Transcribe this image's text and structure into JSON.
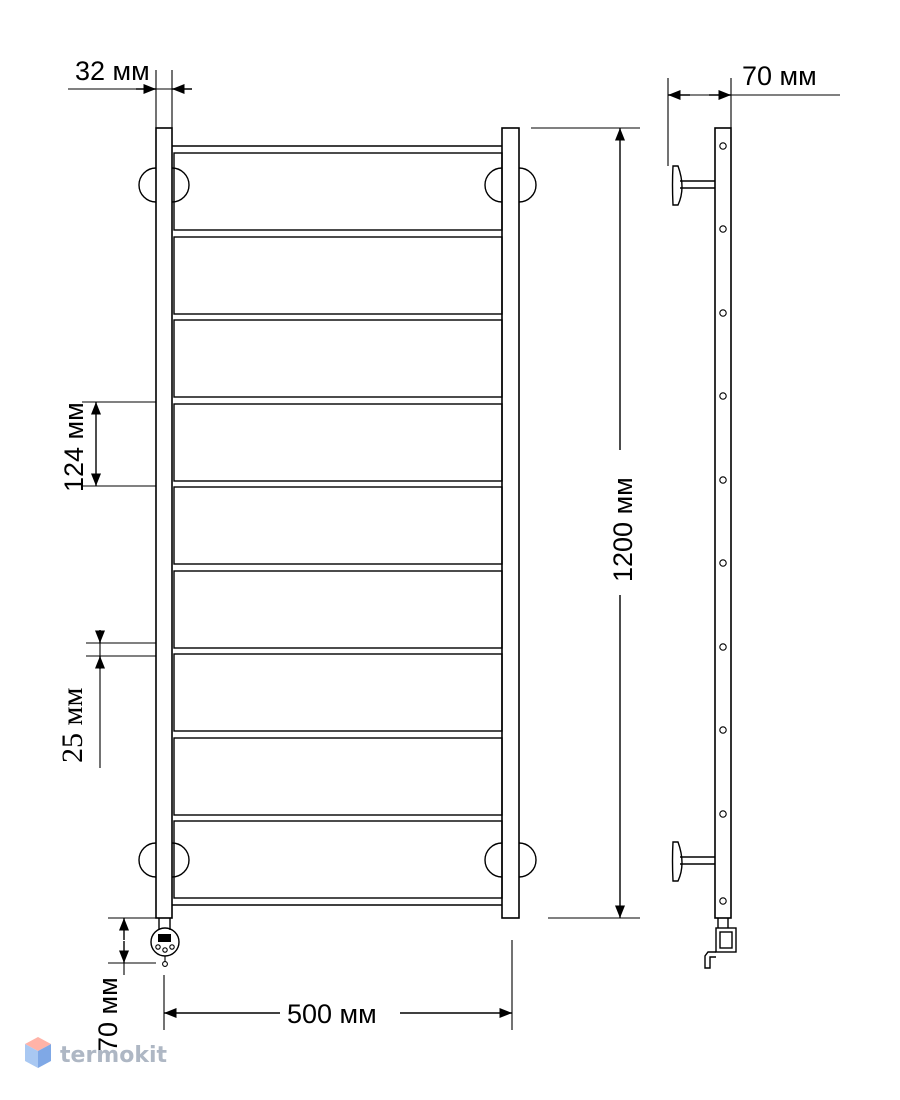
{
  "dimensions": {
    "pipe_width": "32 мм",
    "wall_offset": "70 мм",
    "rung_spacing": "124 мм",
    "rung_height": "25 мм",
    "height": "1200 мм",
    "heater_offset": "70 мм",
    "width": "500 мм"
  },
  "logo": {
    "text": "termokit"
  },
  "icons": {
    "logo": "cube-icon"
  },
  "colors": {
    "line": "#000000",
    "logo": "#aeb7c4"
  }
}
